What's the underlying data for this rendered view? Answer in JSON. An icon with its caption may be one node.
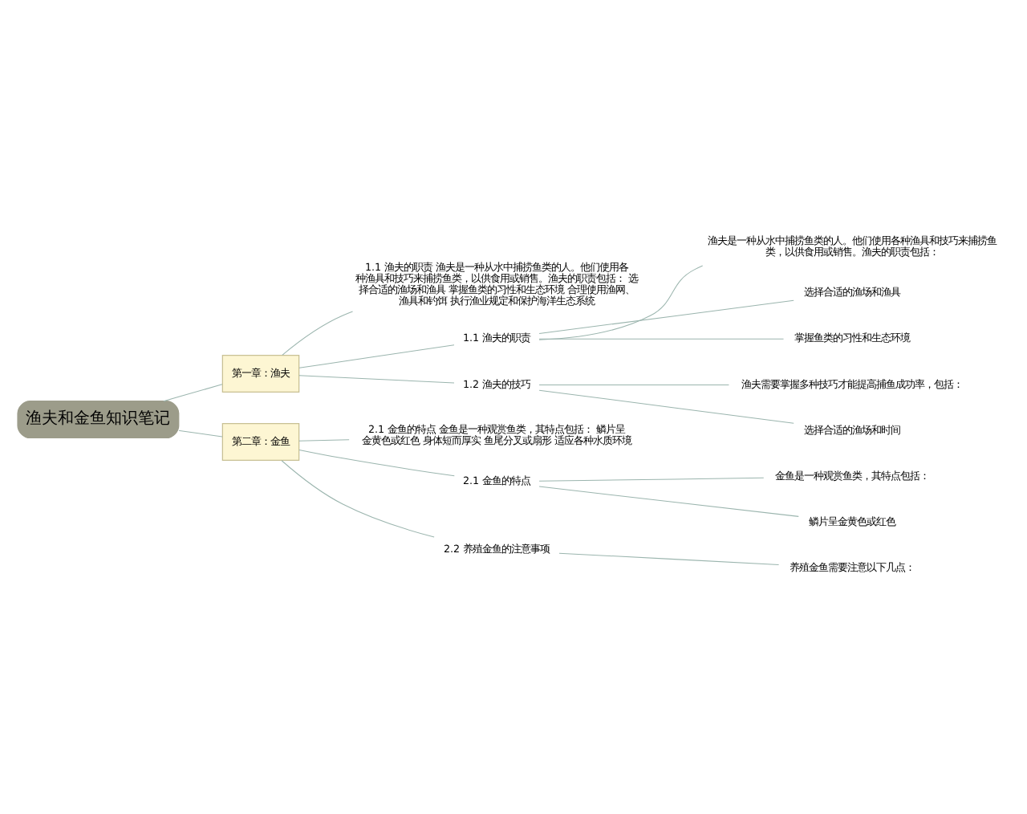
{
  "diagram": {
    "nodes": [
      {
        "text": [
          "渔夫和金鱼知识笔记"
        ]
      },
      {
        "text": [
          "第一章：渔夫"
        ]
      },
      {
        "text": [
          "1.1 渔夫的职责 渔夫是一种从水中捕捞鱼类的人。他们使用各种渔具和技巧来捕捞鱼类，以供食用或销售。渔夫的职责包括： 选择合适的渔场和渔具 掌握鱼类的习性和生态环境 合理使用渔网、渔具和钓饵 执行渔业规定和保护海洋生态系统"
        ]
      },
      {
        "text": [
          "1.1 渔夫的职责"
        ]
      },
      {
        "text": [
          "渔夫是一种从水中捕捞鱼类的人。他们使用各种渔具和技巧来捕捞鱼类，以供食用或销售。渔夫的职责包括："
        ]
      },
      {
        "text": [
          "选择合适的渔场和渔具"
        ]
      },
      {
        "text": [
          "掌握鱼类的习性和生态环境"
        ]
      },
      {
        "text": [
          "1.2 渔夫的技巧"
        ]
      },
      {
        "text": [
          "渔夫需要掌握多种技巧才能提高捕鱼成功率，包括："
        ]
      },
      {
        "text": [
          "选择合适的渔场和时间"
        ]
      },
      {
        "text": [
          "第二章：金鱼"
        ]
      },
      {
        "text": [
          "2.1 金鱼的特点 金鱼是一种观赏鱼类，其特点包括： 鳞片呈金黄色或红色 身体短而厚实 鱼尾分叉或扇形 适应各种水质环境"
        ]
      },
      {
        "text": [
          "2.1 金鱼的特点"
        ]
      },
      {
        "text": [
          "金鱼是一种观赏鱼类，其特点包括："
        ]
      },
      {
        "text": [
          "鳞片呈金黄色或红色"
        ]
      },
      {
        "text": [
          "2.2 养殖金鱼的注意事项"
        ]
      },
      {
        "text": [
          "养殖金鱼需要注意以下几点："
        ]
      }
    ],
    "edges": [
      {
        "from": 0,
        "to": 1,
        "arrow": "none"
      },
      {
        "from": 1,
        "to": 2,
        "arrow": "none"
      },
      {
        "from": 1,
        "to": 3,
        "arrow": "none"
      },
      {
        "from": 3,
        "to": 4,
        "arrow": "none"
      },
      {
        "from": 3,
        "to": 5,
        "arrow": "none"
      },
      {
        "from": 3,
        "to": 6,
        "arrow": "none"
      },
      {
        "from": 1,
        "to": 7,
        "arrow": "none"
      },
      {
        "from": 7,
        "to": 8,
        "arrow": "none"
      },
      {
        "from": 7,
        "to": 9,
        "arrow": "none"
      },
      {
        "from": 0,
        "to": 10,
        "arrow": "none"
      },
      {
        "from": 10,
        "to": 11,
        "arrow": "none"
      },
      {
        "from": 10,
        "to": 12,
        "arrow": "none"
      },
      {
        "from": 12,
        "to": 13,
        "arrow": "none"
      },
      {
        "from": 12,
        "to": 14,
        "arrow": "none"
      },
      {
        "from": 10,
        "to": 15,
        "arrow": "none"
      },
      {
        "from": 15,
        "to": 16,
        "arrow": "none"
      }
    ]
  }
}
